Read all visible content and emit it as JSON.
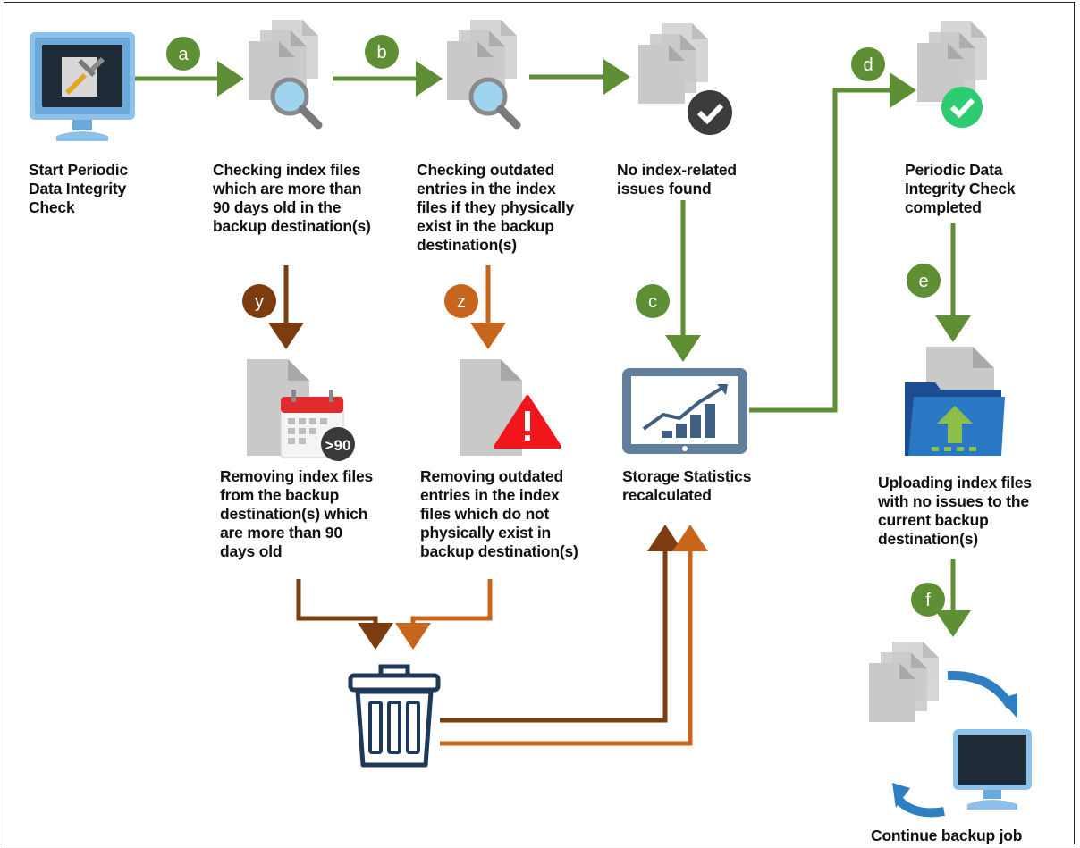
{
  "nodes": {
    "start": {
      "label": "Start Periodic\nData Integrity\nCheck",
      "icon": "monitor-tools-icon"
    },
    "check_old": {
      "label": "Checking index files\nwhich are more than\n90 days old in the\nbackup destination(s)",
      "icon": "documents-magnifier-icon"
    },
    "check_outdated": {
      "label": "Checking outdated\nentries in the index\nfiles if they physically\nexist in the backup\ndestination(s)",
      "icon": "documents-magnifier-icon"
    },
    "no_issues": {
      "label": "No index-related\nissues found",
      "icon": "documents-checkmark-icon"
    },
    "completed": {
      "label": "Periodic Data\nIntegrity Check\ncompleted",
      "icon": "documents-green-check-icon"
    },
    "remove_old": {
      "label": "Removing index files\nfrom the backup\ndestination(s) which\nare more than 90\ndays old",
      "icon": "document-calendar-icon",
      "badge": ">90"
    },
    "remove_outdated": {
      "label": "Removing outdated\nentries in the index\nfiles which do not\nphysically exist in\nbackup destination(s)",
      "icon": "document-warning-icon"
    },
    "storage": {
      "label": "Storage Statistics\nrecalculated",
      "icon": "monitor-chart-icon"
    },
    "upload": {
      "label": "Uploading index files\nwith no issues to the\ncurrent backup\ndestination(s)",
      "icon": "folder-upload-icon"
    },
    "trash": {
      "icon": "trash-can-icon"
    },
    "continue": {
      "label": "Continue backup job",
      "icon": "documents-computer-sync-icon"
    }
  },
  "steps": {
    "a": "a",
    "b": "b",
    "c": "c",
    "d": "d",
    "e": "e",
    "f": "f",
    "y": "y",
    "z": "z"
  },
  "colors": {
    "green": "#5e8f34",
    "brown": "#7b3c10",
    "orange": "#c8651c",
    "paper": "#c9c9c9",
    "navy": "#1f3859",
    "monitor_blue": "#6aa9d9",
    "red_warning": "#f0161b",
    "check_green": "#2ecc71"
  }
}
